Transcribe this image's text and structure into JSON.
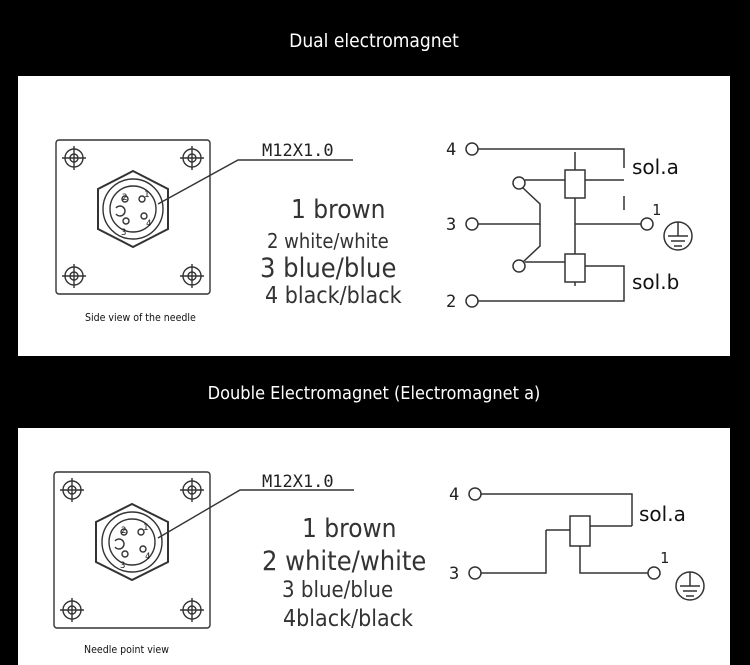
{
  "section1": {
    "title": "Dual electromagnet",
    "connector_label": "M12X1.0",
    "caption": "Side view of the needle",
    "pin_labels": [
      "1",
      "2",
      "3",
      "4"
    ],
    "wires": [
      "1 brown",
      "2 white/white",
      "3 blue/blue",
      "4 black/black"
    ],
    "terminals": [
      "4",
      "3",
      "2",
      "1"
    ],
    "solenoids": [
      "sol.a",
      "sol.b"
    ]
  },
  "section2": {
    "title": "Double Electromagnet (Electromagnet a)",
    "connector_label": "M12X1.0",
    "caption": "Needle point view",
    "pin_labels": [
      "1",
      "2",
      "3",
      "4"
    ],
    "wires": [
      "1 brown",
      "2 white/white",
      "3 blue/blue",
      "4black/black"
    ],
    "terminals": [
      "4",
      "3",
      "1"
    ],
    "solenoids": [
      "sol.a"
    ]
  }
}
